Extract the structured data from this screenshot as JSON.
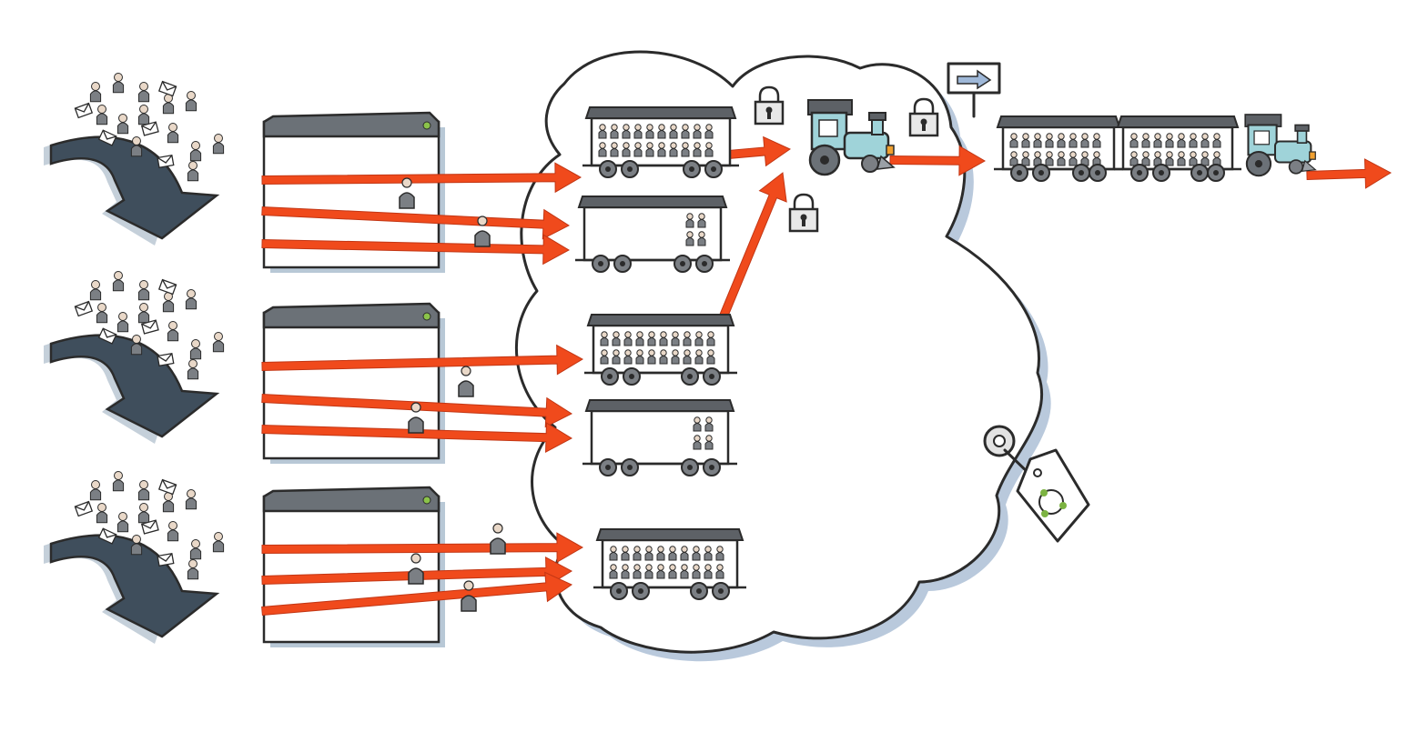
{
  "colors": {
    "ink": "#2b2b2b",
    "cloud_fill": "#ffffff",
    "cloud_shadow": "#b9c9dc",
    "arrow_red": "#f04a1c",
    "crowd_arrow": "#3f4e5c",
    "server_header": "#6b7177",
    "server_shadow": "#b8c8d6",
    "status_led": "#8bc34a",
    "car_roof": "#5d6166",
    "passenger": "#7b7f84",
    "engine": "#9fd3d9",
    "flag_arrow": "#9fb8d8",
    "tag_logo": "#7cb342"
  },
  "icons": {
    "crowd": "people-with-envelopes-icon",
    "server": "server-window-icon",
    "lock": "padlock-icon",
    "key": "key-icon",
    "tag": "price-tag-icon",
    "flag": "signpost-arrow-icon",
    "engine": "locomotive-icon",
    "car": "passenger-car-icon"
  },
  "diagram": {
    "crowds": 3,
    "servers": 3,
    "lanes_per_server": 3,
    "cloud_cars": 5,
    "outbound_cars": 2,
    "locks": 3
  }
}
